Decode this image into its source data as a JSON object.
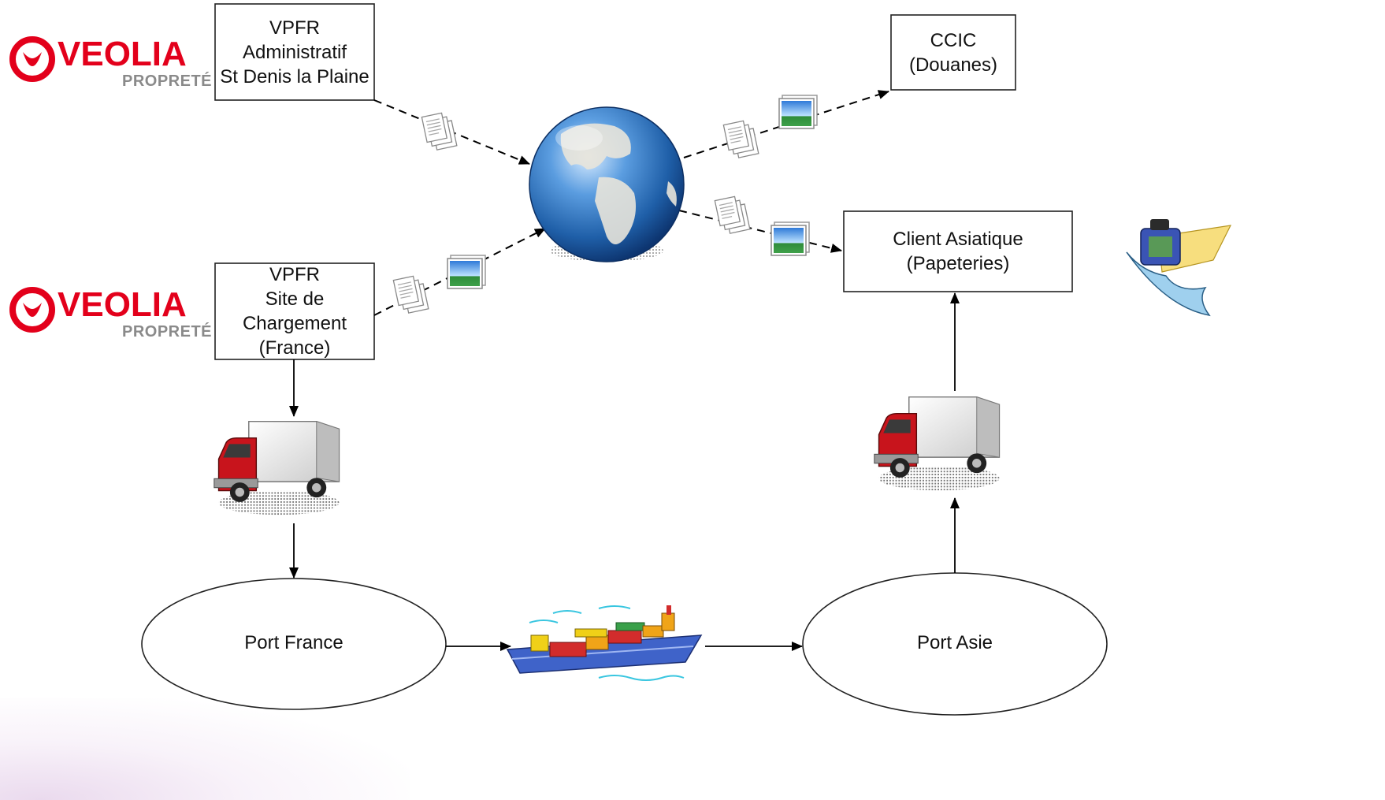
{
  "logos": [
    {
      "word": "VEOLIA",
      "sub": "PROPRETÉ"
    },
    {
      "word": "VEOLIA",
      "sub": "PROPRETÉ"
    }
  ],
  "nodes": {
    "admin": [
      "VPFR",
      "Administratif",
      "St Denis la Plaine"
    ],
    "site": [
      "VPFR",
      "Site de",
      "Chargement",
      "(France)"
    ],
    "ccic": [
      "CCIC",
      "(Douanes)"
    ],
    "client": [
      "Client Asiatique",
      "(Papeteries)"
    ],
    "port_france": "Port France",
    "port_asie": "Port Asie"
  },
  "colors": {
    "brand_red": "#e3001b",
    "truck_red": "#c8141c",
    "globe_blue": "#1f5fa8",
    "ship_blue": "#3f63c9"
  },
  "icons": [
    "globe-icon",
    "document-stack-icon",
    "photo-icon",
    "truck-icon",
    "cargo-ship-icon",
    "ink-quill-icon"
  ]
}
